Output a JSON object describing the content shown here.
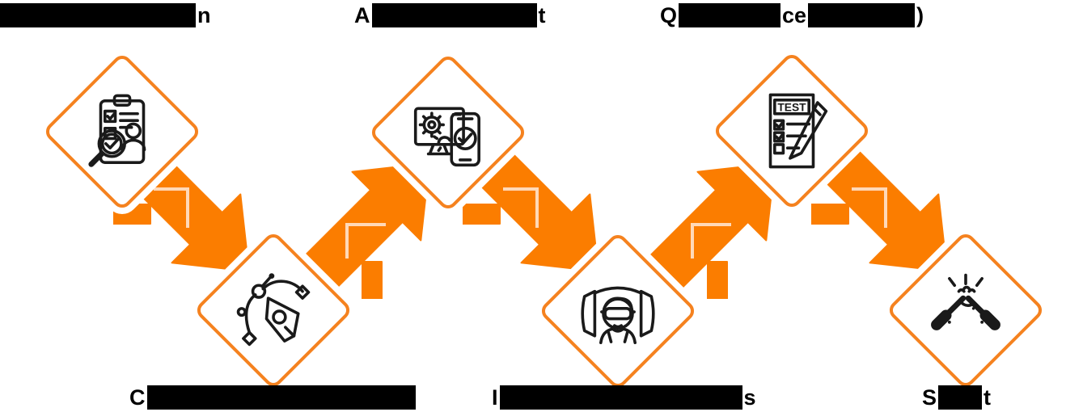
{
  "colors": {
    "accent_orange": "#FB7D00",
    "diamond_border_orange": "#F5821F",
    "arrow_seam_highlight": "#FFD9B8",
    "label_redaction": "#000000",
    "icon_stroke": "#1A1A1A",
    "background": "#FFFFFF"
  },
  "diagram": {
    "type": "zigzag-process-flow",
    "step_count": 6,
    "arrow_count": 5
  },
  "steps": [
    {
      "name": "requirement-analysis",
      "row": "top",
      "icon": "requirement-analysis-icon",
      "label_redacted": true,
      "label_parts": {
        "suffix": "n"
      }
    },
    {
      "name": "design",
      "row": "bottom",
      "icon": "pen-tool-icon",
      "label_redacted": true,
      "label_parts": {
        "prefix": "C"
      }
    },
    {
      "name": "development",
      "row": "top",
      "icon": "development-icon",
      "label_redacted": true,
      "label_parts": {
        "prefix": "A",
        "suffix": "t"
      }
    },
    {
      "name": "implementation-vr",
      "row": "bottom",
      "icon": "vr-headset-icon",
      "label_redacted": true,
      "label_parts": {
        "prefix": "I",
        "suffix": "s"
      }
    },
    {
      "name": "testing",
      "row": "top",
      "icon": "test-checklist-icon",
      "label_redacted": true,
      "label_parts": {
        "prefix": "Q",
        "mid": "ce",
        "suffix": ")"
      },
      "icon_text": "TEST"
    },
    {
      "name": "support",
      "row": "bottom",
      "icon": "handshake-icon",
      "label_redacted": true,
      "label_parts": {
        "prefix": "S",
        "suffix": "t"
      }
    }
  ]
}
